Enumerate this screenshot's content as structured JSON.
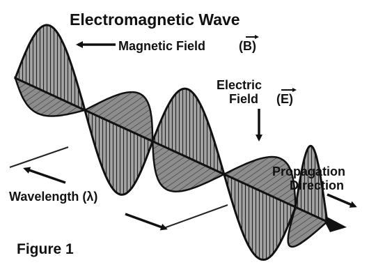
{
  "title": "Electromagnetic Wave",
  "labels": {
    "magnetic_field": "Magnetic Field",
    "magnetic_symbol": "(B)",
    "electric_line1": "Electric",
    "electric_line2": "Field",
    "electric_symbol": "(E)",
    "propagation_line1": "Propagation",
    "propagation_line2": "Direction",
    "wavelength": "Wavelength (λ)"
  },
  "caption": "Figure 1",
  "colors": {
    "ink": "#111111",
    "magnetic_fill": "#9a9a9a",
    "electric_fill": "#8c8c8c",
    "background": "#ffffff"
  }
}
